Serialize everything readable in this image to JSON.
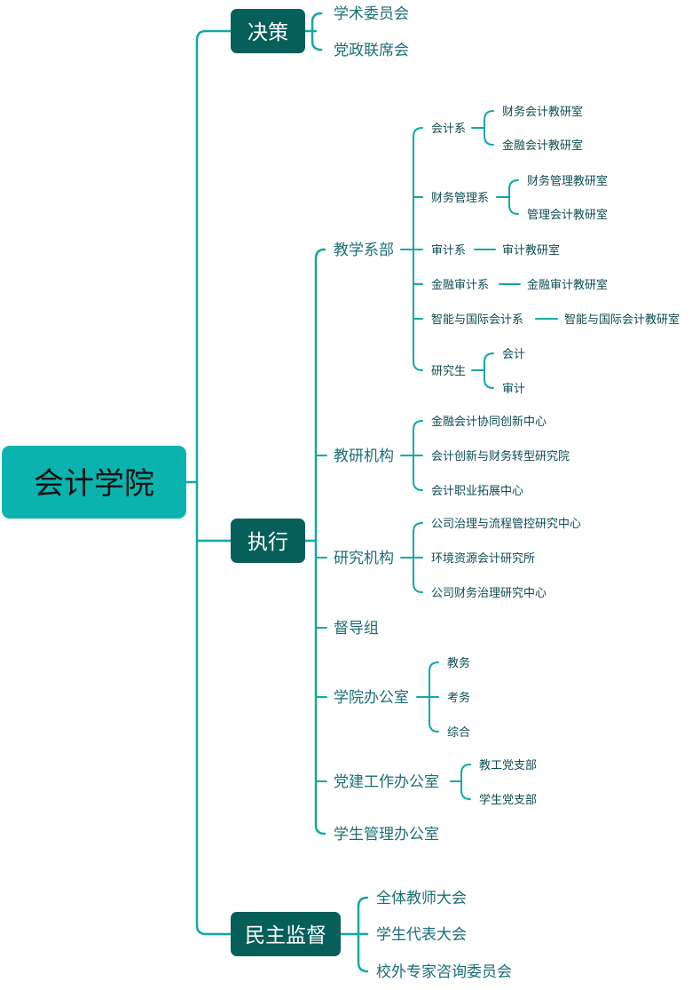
{
  "root": {
    "label": "会计学院"
  },
  "branches": {
    "decision": {
      "label": "决策",
      "children": [
        "学术委员会",
        "党政联席会"
      ]
    },
    "execution": {
      "label": "执行",
      "teaching": {
        "label": "教学系部",
        "accounting": {
          "label": "会计系",
          "children": [
            "财务会计教研室",
            "金融会计教研室"
          ]
        },
        "finance_mgmt": {
          "label": "财务管理系",
          "children": [
            "财务管理教研室",
            "管理会计教研室"
          ]
        },
        "audit": {
          "label": "审计系",
          "child": "审计教研室"
        },
        "fin_audit": {
          "label": "金融审计系",
          "child": "金融审计教研室"
        },
        "intl": {
          "label": "智能与国际会计系",
          "child": "智能与国际会计教研室"
        },
        "graduate": {
          "label": "研究生",
          "children": [
            "会计",
            "审计"
          ]
        }
      },
      "teaching_research": {
        "label": "教研机构",
        "children": [
          "金融会计协同创新中心",
          "会计创新与财务转型研究院",
          "会计职业拓展中心"
        ]
      },
      "research": {
        "label": "研究机构",
        "children": [
          "公司治理与流程管控研究中心",
          "环境资源会计研究所",
          "公司财务治理研究中心"
        ]
      },
      "supervision": {
        "label": "督导组"
      },
      "office": {
        "label": "学院办公室",
        "children": [
          "教务",
          "考务",
          "综合"
        ]
      },
      "party": {
        "label": "党建工作办公室",
        "children": [
          "教工党支部",
          "学生党支部"
        ]
      },
      "student": {
        "label": "学生管理办公室"
      }
    },
    "democracy": {
      "label": "民主监督",
      "children": [
        "全体教师大会",
        "学生代表大会",
        "校外专家咨询委员会"
      ]
    }
  }
}
